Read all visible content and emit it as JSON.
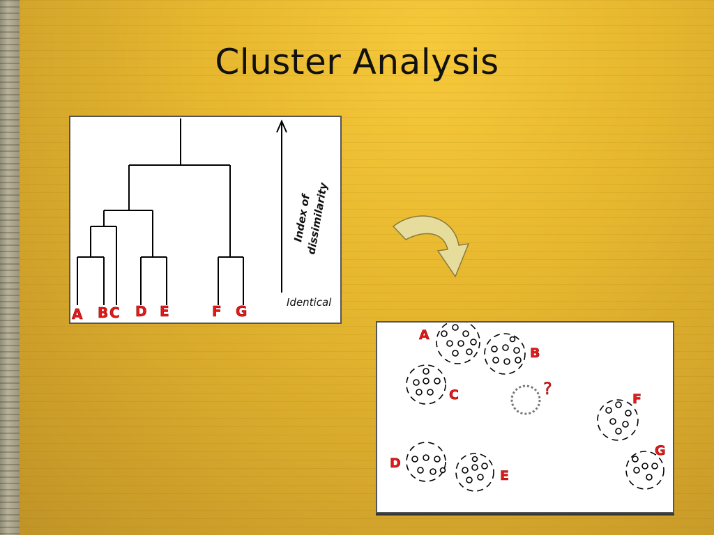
{
  "slide": {
    "title": "Cluster Analysis"
  },
  "dendrogram": {
    "axis_label_line1": "Index of",
    "axis_label_line2": "dissimilarity",
    "baseline_label": "Identical",
    "leaf_labels": [
      "A",
      "B",
      "C",
      "D",
      "E",
      "F",
      "G"
    ]
  },
  "scatter": {
    "clusters": [
      "A",
      "B",
      "C",
      "D",
      "E",
      "F",
      "G"
    ],
    "unknown_marker": "?"
  },
  "colors": {
    "label_red": "#e41a1a",
    "arrow_fill": "#e6dc9c",
    "background": "#e7b82f"
  },
  "icons": {
    "transition_arrow": "curved-arrow-icon"
  }
}
